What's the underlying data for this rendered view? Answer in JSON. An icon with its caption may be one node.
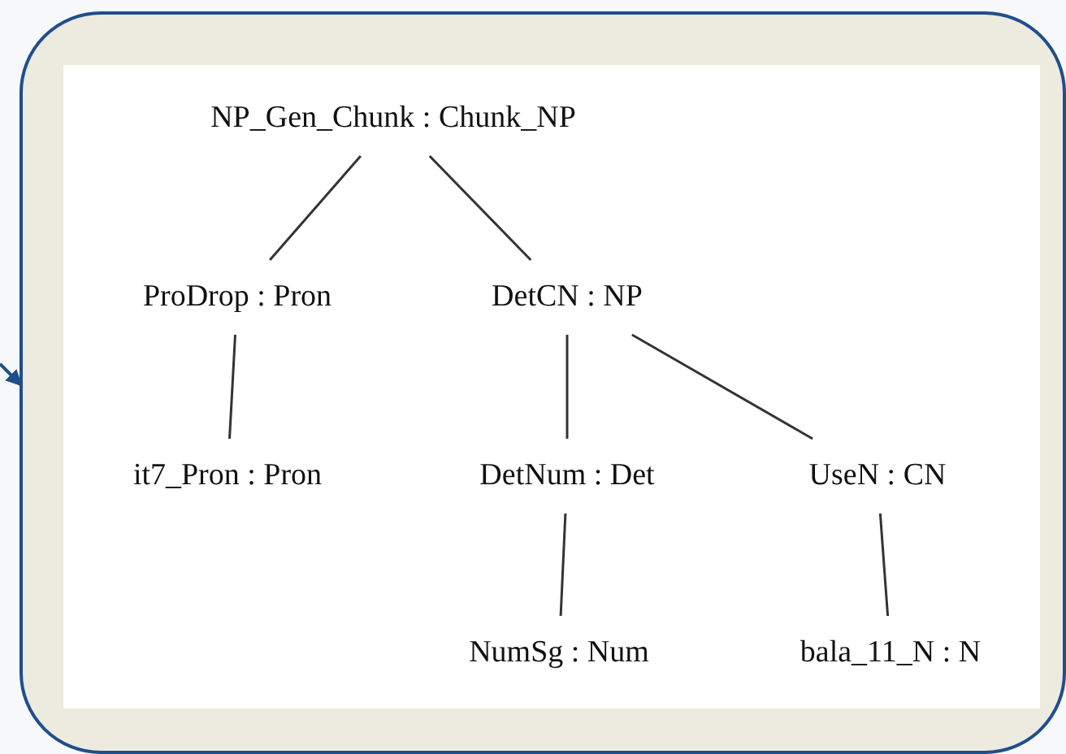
{
  "diagram": {
    "nodes": [
      {
        "text": [],
        "shape": "box"
      },
      {
        "text": [
          "NP_Gen_Chunk : Chunk_NP"
        ],
        "in": 0
      },
      {
        "text": [
          "ProDrop : Pron"
        ],
        "in": 0
      },
      {
        "text": [
          "DetCN : NP"
        ],
        "in": 0
      },
      {
        "text": [
          "it7_Pron : Pron"
        ],
        "in": 0
      },
      {
        "text": [
          "DetNum : Det"
        ],
        "in": 0
      },
      {
        "text": [
          "UseN : CN"
        ],
        "in": 0
      },
      {
        "text": [
          "NumSg : Num"
        ],
        "in": 0
      },
      {
        "text": [
          "bala_11_N : N"
        ],
        "in": 0
      }
    ],
    "edges": [
      {
        "from": null,
        "to": 0,
        "arrow": "to",
        "color": "#1f4e8c"
      },
      {
        "from": 1,
        "to": 2,
        "arrow": "none"
      },
      {
        "from": 1,
        "to": 3,
        "arrow": "none"
      },
      {
        "from": 2,
        "to": 4,
        "arrow": "none"
      },
      {
        "from": 3,
        "to": 5,
        "arrow": "none"
      },
      {
        "from": 3,
        "to": 6,
        "arrow": "none"
      },
      {
        "from": 5,
        "to": 7,
        "arrow": "none"
      },
      {
        "from": 6,
        "to": 8,
        "arrow": "none"
      }
    ]
  }
}
